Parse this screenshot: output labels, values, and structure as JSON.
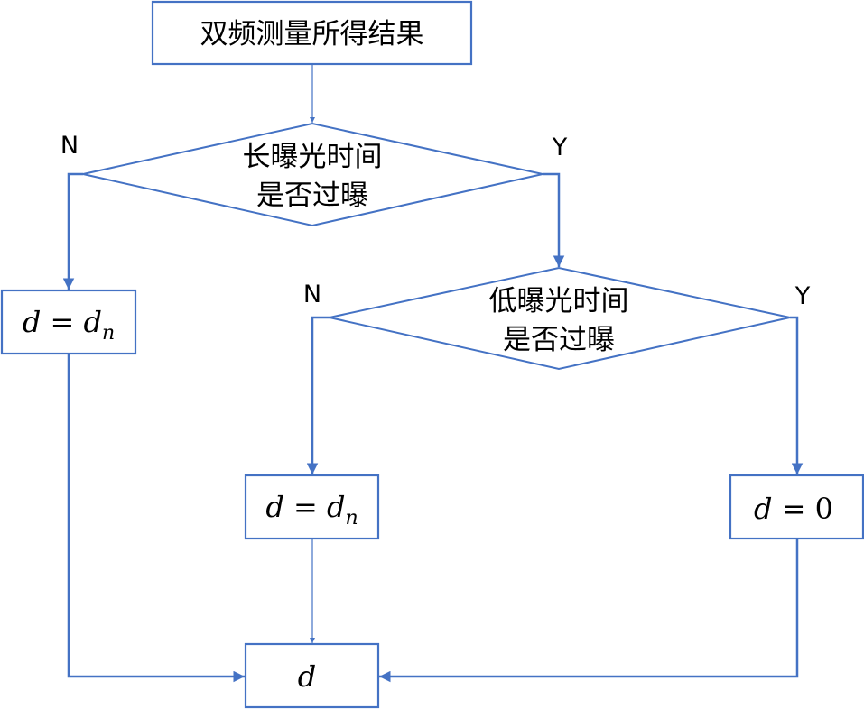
{
  "diagram": {
    "type": "flowchart",
    "stroke_color": "#4472C4",
    "nodes": {
      "start": {
        "text": "双频测量所得结果"
      },
      "decision_long": {
        "line1": "长曝光时间",
        "line2": "是否过曝"
      },
      "decision_low": {
        "line1": "低曝光时间",
        "line2": "是否过曝"
      },
      "assign_left": {
        "lhs": "d",
        "eq": "=",
        "rhs": "d",
        "sub": "n"
      },
      "assign_middle": {
        "lhs": "d",
        "eq": "=",
        "rhs": "d",
        "sub": "n"
      },
      "assign_zero": {
        "lhs": "d",
        "eq": "=",
        "rhs": "0"
      },
      "result": {
        "text": "d"
      }
    },
    "branch_labels": {
      "long_no": "N",
      "long_yes": "Y",
      "low_no": "N",
      "low_yes": "Y"
    },
    "edges": [
      {
        "from": "start",
        "to": "decision_long",
        "label": ""
      },
      {
        "from": "decision_long",
        "to": "assign_left",
        "label": "N"
      },
      {
        "from": "decision_long",
        "to": "decision_low",
        "label": "Y"
      },
      {
        "from": "decision_low",
        "to": "assign_middle",
        "label": "N"
      },
      {
        "from": "decision_low",
        "to": "assign_zero",
        "label": "Y"
      },
      {
        "from": "assign_left",
        "to": "result",
        "label": ""
      },
      {
        "from": "assign_middle",
        "to": "result",
        "label": ""
      },
      {
        "from": "assign_zero",
        "to": "result",
        "label": ""
      }
    ]
  }
}
